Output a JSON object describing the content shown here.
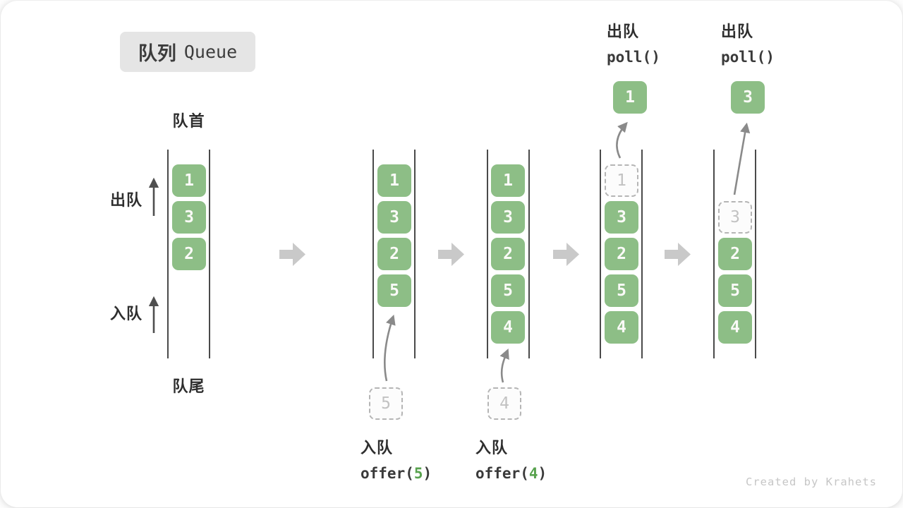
{
  "title": {
    "zh": "队列",
    "en": "Queue"
  },
  "labels": {
    "front": "队首",
    "rear": "队尾",
    "dequeue": "出队",
    "enqueue": "入队"
  },
  "columns": [
    {
      "boxes": [
        "1",
        "3",
        "2"
      ]
    },
    {
      "boxes": [
        "1",
        "3",
        "2",
        "5"
      ]
    },
    {
      "boxes": [
        "1",
        "3",
        "2",
        "5",
        "4"
      ]
    },
    {
      "ghost": "1",
      "boxes": [
        "3",
        "2",
        "5",
        "4"
      ],
      "result": "1"
    },
    {
      "ghost": "3",
      "boxes": [
        "2",
        "5",
        "4"
      ],
      "result": "3"
    }
  ],
  "operations": {
    "offer5": {
      "label": "入队",
      "code_before": "offer(",
      "arg": "5",
      "code_after": ")",
      "ghost_value": "5"
    },
    "offer4": {
      "label": "入队",
      "code_before": "offer(",
      "arg": "4",
      "code_after": ")",
      "ghost_value": "4"
    },
    "poll1": {
      "label": "出队",
      "code": "poll()"
    },
    "poll3": {
      "label": "出队",
      "code": "poll()"
    }
  },
  "credit": "Created by Krahets",
  "colors": {
    "box_green": "#8DBE86",
    "code_green": "#58A24E",
    "ghost_border": "#B5B5B5",
    "ghost_digit": "#C2C2C2",
    "channel_line": "#4A4A4A",
    "block_arrow": "#C9C9C9",
    "connector": "#8A8A8A",
    "badge_bg": "#E5E5E5",
    "credit_gray": "#C6C6C6"
  }
}
